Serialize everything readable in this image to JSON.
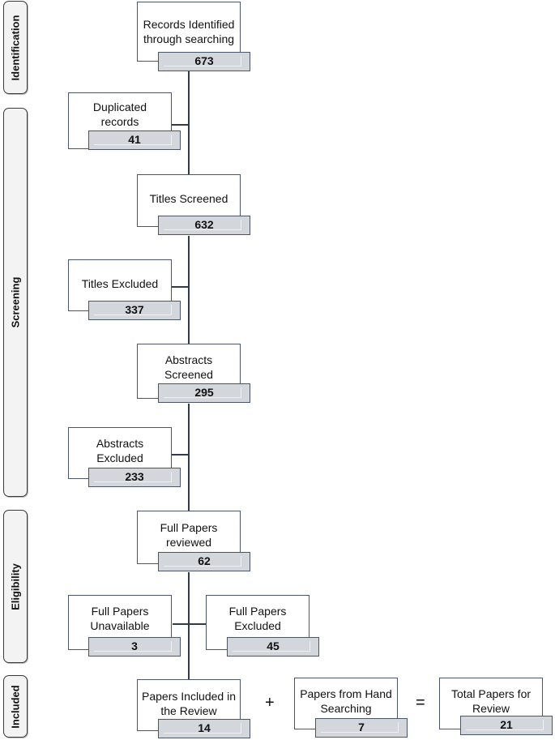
{
  "phases": {
    "identification": "Identification",
    "screening": "Screening",
    "eligibility": "Eligibility",
    "included": "Included"
  },
  "nodes": {
    "records_identified": {
      "label": "Records Identified through searching",
      "value": "673"
    },
    "duplicated": {
      "label": "Duplicated records",
      "value": "41"
    },
    "titles_screened": {
      "label": "Titles Screened",
      "value": "632"
    },
    "titles_excluded": {
      "label": "Titles Excluded",
      "value": "337"
    },
    "abstracts_screened": {
      "label": "Abstracts Screened",
      "value": "295"
    },
    "abstracts_excluded": {
      "label": "Abstracts Excluded",
      "value": "233"
    },
    "full_reviewed": {
      "label": "Full Papers reviewed",
      "value": "62"
    },
    "full_unavailable": {
      "label": "Full Papers Unavailable",
      "value": "3"
    },
    "full_excluded": {
      "label": "Full Papers Excluded",
      "value": "45"
    },
    "included_review": {
      "label": "Papers Included in the Review",
      "value": "14"
    },
    "hand_searching": {
      "label": "Papers from Hand Searching",
      "value": "7"
    },
    "total_review": {
      "label": "Total Papers for Review",
      "value": "21"
    }
  },
  "operators": {
    "plus": "+",
    "equals": "="
  }
}
